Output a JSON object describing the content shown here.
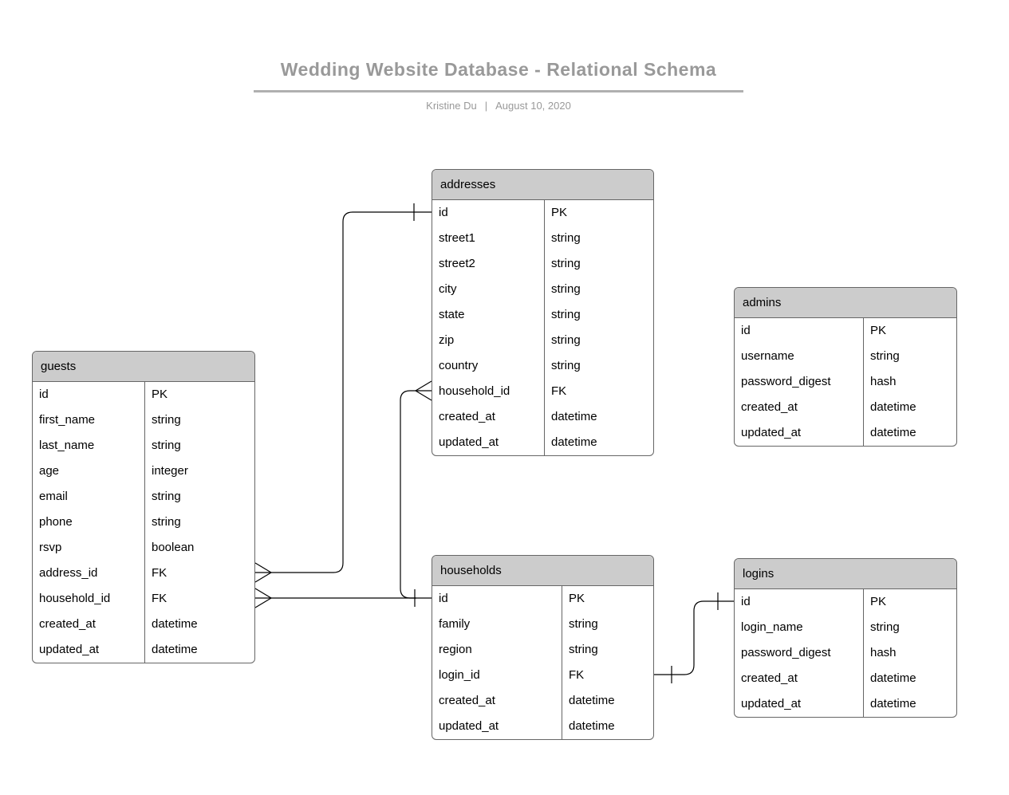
{
  "header": {
    "title": "Wedding Website Database - Relational Schema",
    "author": "Kristine Du",
    "separator": "|",
    "date": "August 10, 2020"
  },
  "colors": {
    "title_text": "#999999",
    "title_rule": "#b0b0b0",
    "table_header_fill": "#cccccc",
    "table_border": "#666666",
    "table_text": "#000000",
    "connector": "#000000",
    "background": "#ffffff"
  },
  "tables": [
    {
      "id": "addresses",
      "name": "addresses",
      "fields": [
        {
          "name": "id",
          "type": "PK"
        },
        {
          "name": "street1",
          "type": "string"
        },
        {
          "name": "street2",
          "type": "string"
        },
        {
          "name": "city",
          "type": "string"
        },
        {
          "name": "state",
          "type": "string"
        },
        {
          "name": "zip",
          "type": "string"
        },
        {
          "name": "country",
          "type": "string"
        },
        {
          "name": "household_id",
          "type": "FK"
        },
        {
          "name": "created_at",
          "type": "datetime"
        },
        {
          "name": "updated_at",
          "type": "datetime"
        }
      ]
    },
    {
      "id": "admins",
      "name": "admins",
      "fields": [
        {
          "name": "id",
          "type": "PK"
        },
        {
          "name": "username",
          "type": "string"
        },
        {
          "name": "password_digest",
          "type": "hash"
        },
        {
          "name": "created_at",
          "type": "datetime"
        },
        {
          "name": "updated_at",
          "type": "datetime"
        }
      ]
    },
    {
      "id": "guests",
      "name": "guests",
      "fields": [
        {
          "name": "id",
          "type": "PK"
        },
        {
          "name": "first_name",
          "type": "string"
        },
        {
          "name": "last_name",
          "type": "string"
        },
        {
          "name": "age",
          "type": "integer"
        },
        {
          "name": "email",
          "type": "string"
        },
        {
          "name": "phone",
          "type": "string"
        },
        {
          "name": "rsvp",
          "type": "boolean"
        },
        {
          "name": "address_id",
          "type": "FK"
        },
        {
          "name": "household_id",
          "type": "FK"
        },
        {
          "name": "created_at",
          "type": "datetime"
        },
        {
          "name": "updated_at",
          "type": "datetime"
        }
      ]
    },
    {
      "id": "households",
      "name": "households",
      "fields": [
        {
          "name": "id",
          "type": "PK"
        },
        {
          "name": "family",
          "type": "string"
        },
        {
          "name": "region",
          "type": "string"
        },
        {
          "name": "login_id",
          "type": "FK"
        },
        {
          "name": "created_at",
          "type": "datetime"
        },
        {
          "name": "updated_at",
          "type": "datetime"
        }
      ]
    },
    {
      "id": "logins",
      "name": "logins",
      "fields": [
        {
          "name": "id",
          "type": "PK"
        },
        {
          "name": "login_name",
          "type": "string"
        },
        {
          "name": "password_digest",
          "type": "hash"
        },
        {
          "name": "created_at",
          "type": "datetime"
        },
        {
          "name": "updated_at",
          "type": "datetime"
        }
      ]
    }
  ],
  "relationships": [
    {
      "from": "guests.address_id",
      "to": "addresses.id",
      "from_cardinality": "many",
      "to_cardinality": "one"
    },
    {
      "from": "guests.household_id",
      "to": "households.id",
      "from_cardinality": "many",
      "to_cardinality": "one"
    },
    {
      "from": "addresses.household_id",
      "to": "households.id",
      "from_cardinality": "many",
      "to_cardinality": "one"
    },
    {
      "from": "households.login_id",
      "to": "logins.id",
      "from_cardinality": "one",
      "to_cardinality": "one"
    }
  ]
}
